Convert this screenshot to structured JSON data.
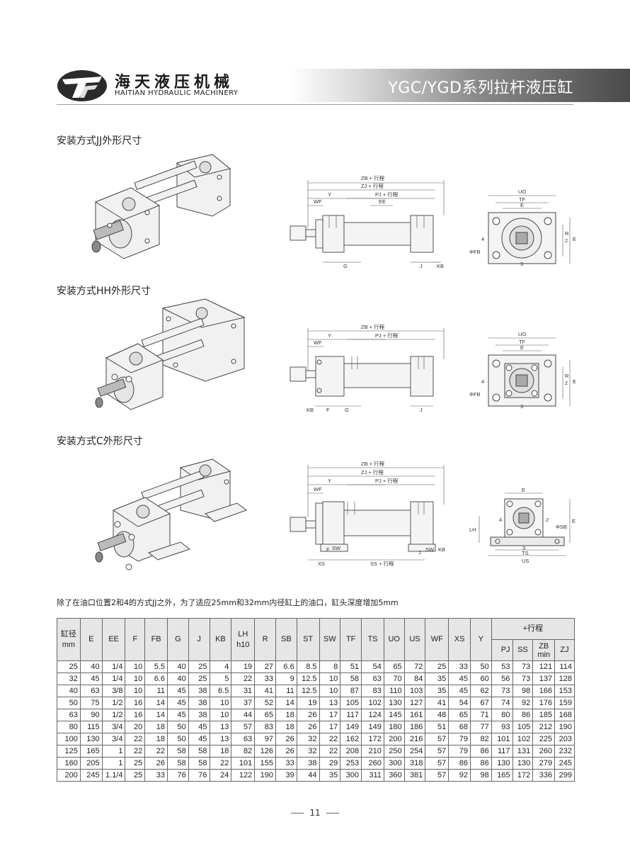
{
  "header": {
    "brand_cn": "海天液压机械",
    "brand_en": "HAITIAN HYDRAULIC MACHINERY",
    "title": "YGC/YGD系列拉杆液压缸"
  },
  "sections": [
    {
      "title": "安装方式JJ外形尺寸"
    },
    {
      "title": "安装方式HH外形尺寸"
    },
    {
      "title": "安装方式C外形尺寸"
    }
  ],
  "dims": {
    "zb": "ZB + 行程",
    "zj": "ZJ + 行程",
    "pj": "PJ + 行程",
    "ss": "SS + 行程",
    "y": "Y",
    "wf": "WF",
    "ee": "EE",
    "g": "G",
    "j": "J",
    "kb": "KB",
    "f": "F",
    "sw": "SW",
    "xs": "XS",
    "uo": "UO",
    "tf": "TF",
    "e": "E",
    "r": "R",
    "fb": "ΦFB",
    "sb": "ΦSB",
    "lh": "LH",
    "ts": "TS",
    "us": "US",
    "p2": "2",
    "p3": "3",
    "p4": "4"
  },
  "note": "除了在油口位置2和4的方式JJ之外，为了适应25mm和32mm内径缸上的油口，缸头深度增加5mm",
  "table": {
    "bore_label": "缸径",
    "bore_unit": "mm",
    "stroke_group": "+行程",
    "headers": [
      "E",
      "EE",
      "F",
      "FB",
      "G",
      "J",
      "KB",
      "LH",
      "R",
      "SB",
      "ST",
      "SW",
      "TF",
      "TS",
      "UO",
      "US",
      "WF",
      "XS",
      "Y"
    ],
    "lh_sub": "h10",
    "stroke_headers": [
      "PJ",
      "SS",
      "ZB",
      "ZJ"
    ],
    "zb_sub": "min",
    "rows": [
      [
        "25",
        "40",
        "1/4",
        "10",
        "5.5",
        "40",
        "25",
        "4",
        "19",
        "27",
        "6.6",
        "8.5",
        "8",
        "51",
        "54",
        "65",
        "72",
        "25",
        "33",
        "50",
        "53",
        "73",
        "121",
        "114"
      ],
      [
        "32",
        "45",
        "1/4",
        "10",
        "6.6",
        "40",
        "25",
        "5",
        "22",
        "33",
        "9",
        "12.5",
        "10",
        "58",
        "63",
        "70",
        "84",
        "35",
        "45",
        "60",
        "56",
        "73",
        "137",
        "128"
      ],
      [
        "40",
        "63",
        "3/8",
        "10",
        "11",
        "45",
        "38",
        "6.5",
        "31",
        "41",
        "11",
        "12.5",
        "10",
        "87",
        "83",
        "110",
        "103",
        "35",
        "45",
        "62",
        "73",
        "98",
        "166",
        "153"
      ],
      [
        "50",
        "75",
        "1/2",
        "16",
        "14",
        "45",
        "38",
        "10",
        "37",
        "52",
        "14",
        "19",
        "13",
        "105",
        "102",
        "130",
        "127",
        "41",
        "54",
        "67",
        "74",
        "92",
        "176",
        "159"
      ],
      [
        "63",
        "90",
        "1/2",
        "16",
        "14",
        "45",
        "38",
        "10",
        "44",
        "65",
        "18",
        "26",
        "17",
        "117",
        "124",
        "145",
        "161",
        "48",
        "65",
        "71",
        "80",
        "86",
        "185",
        "168"
      ],
      [
        "80",
        "115",
        "3/4",
        "20",
        "18",
        "50",
        "45",
        "13",
        "57",
        "83",
        "18",
        "26",
        "17",
        "149",
        "149",
        "180",
        "186",
        "51",
        "68",
        "77",
        "93",
        "105",
        "212",
        "190"
      ],
      [
        "100",
        "130",
        "3/4",
        "22",
        "18",
        "50",
        "45",
        "13",
        "63",
        "97",
        "26",
        "32",
        "22",
        "162",
        "172",
        "200",
        "216",
        "57",
        "79",
        "82",
        "101",
        "102",
        "225",
        "203"
      ],
      [
        "125",
        "165",
        "1",
        "22",
        "22",
        "58",
        "58",
        "18",
        "82",
        "126",
        "26",
        "32",
        "22",
        "208",
        "210",
        "250",
        "254",
        "57",
        "79",
        "86",
        "117",
        "131",
        "260",
        "232"
      ],
      [
        "160",
        "205",
        "1",
        "25",
        "26",
        "58",
        "58",
        "22",
        "101",
        "155",
        "33",
        "38",
        "29",
        "253",
        "260",
        "300",
        "318",
        "57",
        "86",
        "86",
        "130",
        "130",
        "279",
        "245"
      ],
      [
        "200",
        "245",
        "1.1/4",
        "25",
        "33",
        "76",
        "76",
        "24",
        "122",
        "190",
        "39",
        "44",
        "35",
        "300",
        "311",
        "360",
        "381",
        "57",
        "92",
        "98",
        "165",
        "172",
        "336",
        "299"
      ]
    ]
  },
  "page_number": "11"
}
